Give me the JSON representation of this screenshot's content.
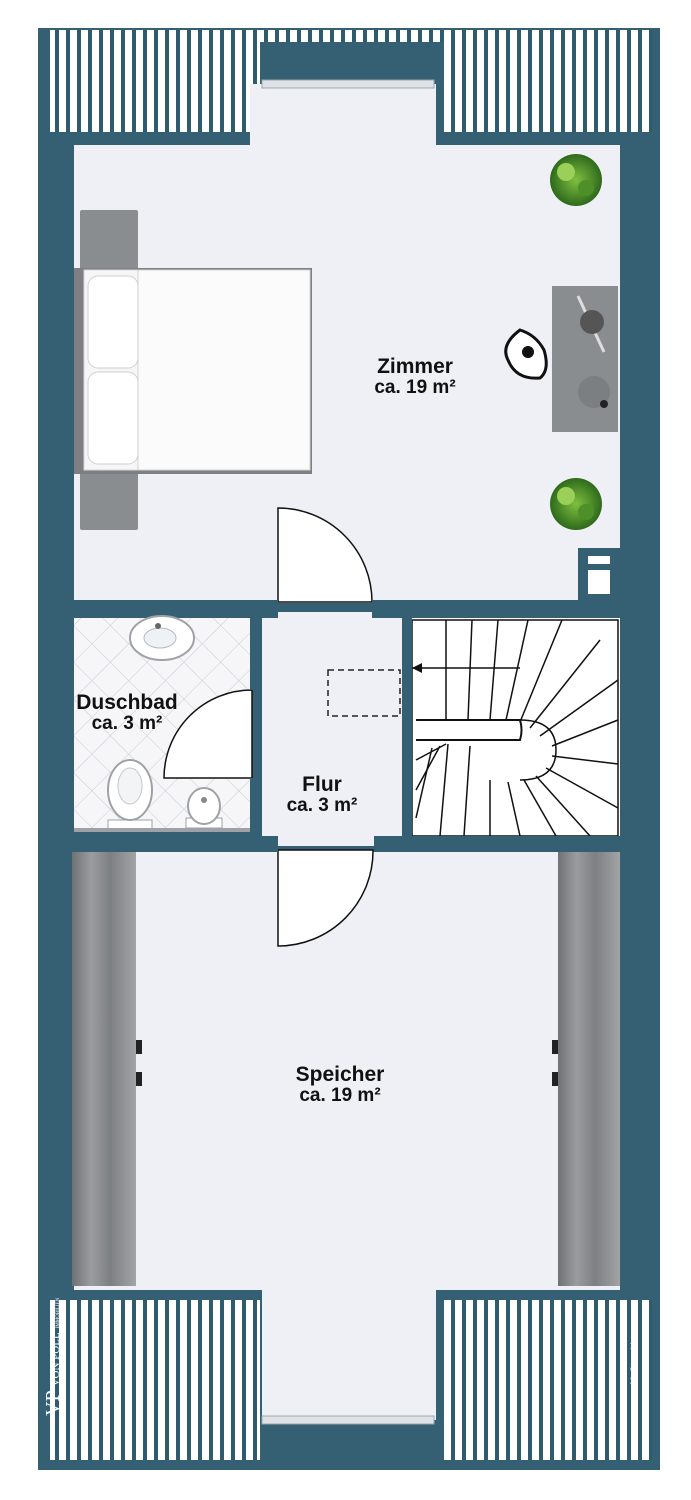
{
  "rooms": {
    "zimmer": {
      "name": "Zimmer",
      "area": "ca. 19 m²"
    },
    "duschbad": {
      "name": "Duschbad",
      "area": "ca. 3 m²"
    },
    "flur": {
      "name": "Flur",
      "area": "ca. 3 m²"
    },
    "speicher": {
      "name": "Speicher",
      "area": "ca. 19 m²"
    }
  },
  "branding": {
    "logo_initials": "VP",
    "logo_name": "VON POLL",
    "logo_sub": "IMMOBILIEN",
    "credit": "McGrundriss"
  },
  "colors": {
    "wall": "#356073",
    "floor": "#eff0f5",
    "roof_stripe": "#2e5b6d",
    "furniture": "#8a8d90"
  },
  "icons": [
    "bed-icon",
    "plant-icon",
    "desk-icon",
    "chair-icon",
    "wardrobe-icon",
    "stairs-icon",
    "door-swing-icon",
    "sink-icon",
    "toilet-icon",
    "bidet-icon"
  ]
}
